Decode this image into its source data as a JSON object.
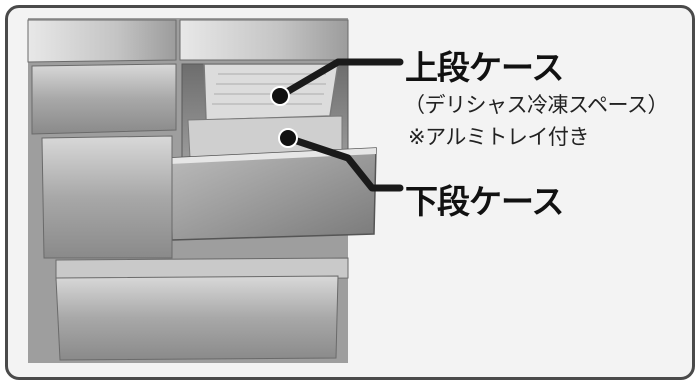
{
  "labels": {
    "upper_case": "上段ケース",
    "upper_case_subtitle": "（デリシャス冷凍スペース）",
    "upper_case_note": "※アルミトレイ付き",
    "lower_case": "下段ケース"
  },
  "colors": {
    "frame_border": "#4a4a4a",
    "background": "#f3f3f3",
    "callout_line": "#1a1a1a",
    "callout_dot": "#111111"
  }
}
